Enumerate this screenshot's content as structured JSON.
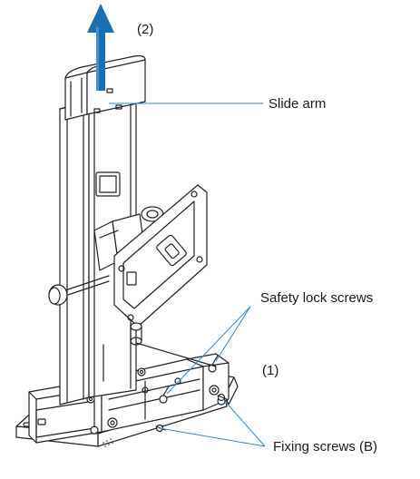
{
  "labels": {
    "step2": "(2)",
    "slide_arm": "Slide arm",
    "safety_lock_screws": "Safety lock screws",
    "step1": "(1)",
    "fixing_screws": "Fixing screws (B)"
  },
  "colors": {
    "arrow": "#1b6fb0",
    "callout_line": "#2e8ac9",
    "line_art": "#222222"
  }
}
